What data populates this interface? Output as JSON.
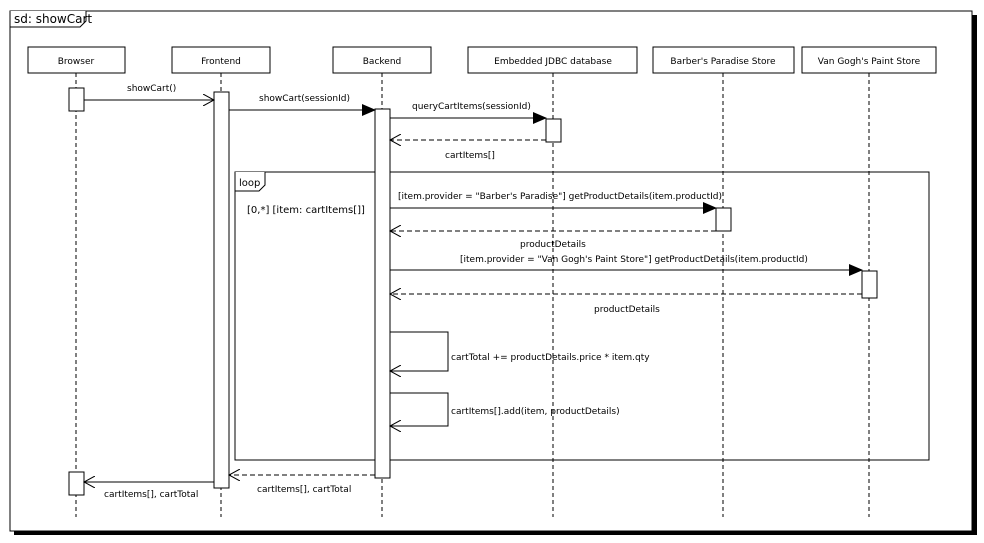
{
  "frame": {
    "title": "sd: showCart"
  },
  "lifelines": {
    "browser": "Browser",
    "frontend": "Frontend",
    "backend": "Backend",
    "jdbc": "Embedded JDBC database",
    "barber": "Barber's Paradise Store",
    "vangogh": "Van Gogh's Paint Store"
  },
  "messages": {
    "m1": "showCart()",
    "m2": "showCart(sessionId)",
    "m3": "queryCartItems(sessionId)",
    "m4": "cartItems[]",
    "m5": "[item.provider = \"Barber's Paradise\"] getProductDetails(item.productId)",
    "m6": "productDetails",
    "m7": "[item.provider = \"Van Gogh's Paint Store\"] getProductDetails(item.productId)",
    "m8": "productDetails",
    "m9": "cartTotal += productDetails.price * item.qty",
    "m10": "cartItems[].add(item, productDetails)",
    "m11": "cartItems[], cartTotal",
    "m12": "cartItems[], cartTotal"
  },
  "loop": {
    "operator": "loop",
    "guard": "[0,*] [item: cartItems[]]"
  }
}
